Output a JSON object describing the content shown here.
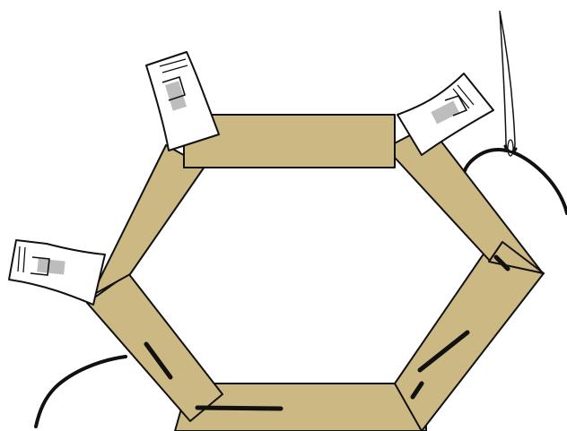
{
  "illustration": {
    "colors": {
      "background": "#ffffff",
      "frame_fill": "#cbb882",
      "outline": "#111111",
      "thread": "#111111",
      "clip_paper": "#ffffff",
      "clip_tab": "#bdbdbd",
      "needle": "#ffffff"
    },
    "parts": {
      "frame": "hexagon-frame",
      "clips": [
        "top-left-clip",
        "top-right-clip",
        "left-clip"
      ],
      "stitches": [
        "stitch-left-1",
        "stitch-bottom",
        "stitch-right-long",
        "stitch-right-short",
        "stitch-right-top"
      ],
      "threads": [
        "thread-left-tail",
        "thread-to-needle"
      ],
      "tool": "needle"
    }
  }
}
